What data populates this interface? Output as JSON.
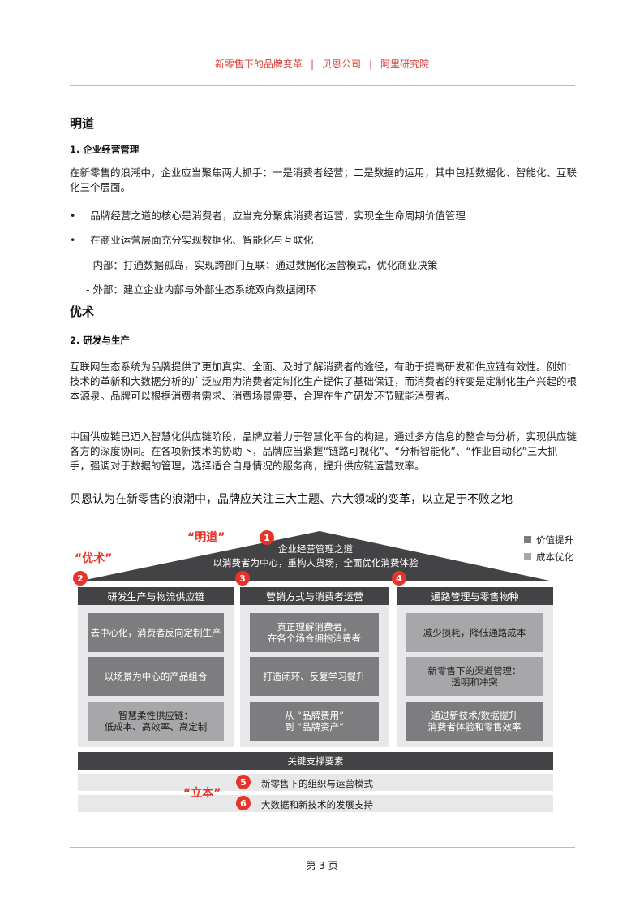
{
  "header": {
    "items": [
      "新零售下的品牌变革",
      "贝恩公司",
      "阿里研究院"
    ]
  },
  "section1": {
    "title": "明道",
    "sub": "1. 企业经营管理",
    "para": "在新零售的浪潮中，企业应当聚焦两大抓手：一是消费者经营；二是数据的运用，其中包括数据化、智能化、互联化三个层面。",
    "bullets": [
      "品牌经营之道的核心是消费者，应当充分聚焦消费者运营，实现全生命周期价值管理",
      "在商业运营层面充分实现数据化、智能化与互联化"
    ],
    "subitems": [
      "- 内部：打通数据孤岛，实现跨部门互联；通过数据化运营模式，优化商业决策",
      "- 外部：建立企业内部与外部生态系统双向数据闭环"
    ]
  },
  "section2": {
    "title": "优术",
    "sub": "2. 研发与生产",
    "para1": "互联网生态系统为品牌提供了更加真实、全面、及时了解消费者的途径，有助于提高研发和供应链有效性。例如：技术的革新和大数据分析的广泛应用为消费者定制化生产提供了基础保证，而消费者的转变是定制化生产兴起的根本源泉。品牌可以根据消费者需求、消费场景需要，合理在生产研发环节赋能消费者。",
    "para2": "中国供应链已迈入智慧化供应链阶段，品牌应着力于智慧化平台的构建，通过多方信息的整合与分析，实现供应链各方的深度协同。在各项新技术的协助下，品牌应当紧握“链路可视化”、“分析智能化”、“作业自动化”三大抓手，强调对于数据的管理，选择适合自身情况的服务商，提升供应链运营效率。",
    "lead": "贝恩认为在新零售的浪潮中，品牌应关注三大主题、六大领域的变革，以立足于不败之地"
  },
  "diagram": {
    "labels": {
      "mingdao": "“明道”",
      "youshu": "“优术”",
      "liben": "“立本”"
    },
    "legend": [
      {
        "label": "价值提升",
        "color": "#7d7d7f"
      },
      {
        "label": "成本优化",
        "color": "#a7a7a9"
      }
    ],
    "roof": {
      "num": "1",
      "title": "企业经营管理之道",
      "subtitle": "以消费者为中心，重构人货场，全面优化消费体验"
    },
    "columns": [
      {
        "num": "2",
        "title": "研发生产与物流供应链",
        "boxes": [
          {
            "text": "去中心化，消费者反向定制生产",
            "type": "dark"
          },
          {
            "text": "以场景为中心的产品组合",
            "type": "dark"
          },
          {
            "text": "智慧柔性供应链：\n低成本、高效率、高定制",
            "type": "light"
          }
        ]
      },
      {
        "num": "3",
        "title": "营销方式与消费者运营",
        "boxes": [
          {
            "text": "真正理解消费者，\n在各个场合拥抱消费者",
            "type": "dark"
          },
          {
            "text": "打造闭环、反复学习提升",
            "type": "dark"
          },
          {
            "text": "从 “品牌费用”\n到 “品牌资产”",
            "type": "dark"
          }
        ]
      },
      {
        "num": "4",
        "title": "通路管理与零售物种",
        "boxes": [
          {
            "text": "减少损耗，降低通路成本",
            "type": "light"
          },
          {
            "text": "新零售下的渠道管理：\n透明和冲突",
            "type": "light"
          },
          {
            "text": "通过新技术/数据提升\n消费者体验和零售效率",
            "type": "dark"
          }
        ]
      }
    ],
    "support": "关键支撑要素",
    "rows": [
      {
        "num": "5",
        "text": "新零售下的组织与运营模式"
      },
      {
        "num": "6",
        "text": "大数据和新技术的发展支持"
      }
    ]
  },
  "footer": {
    "page": "第 3 页"
  }
}
